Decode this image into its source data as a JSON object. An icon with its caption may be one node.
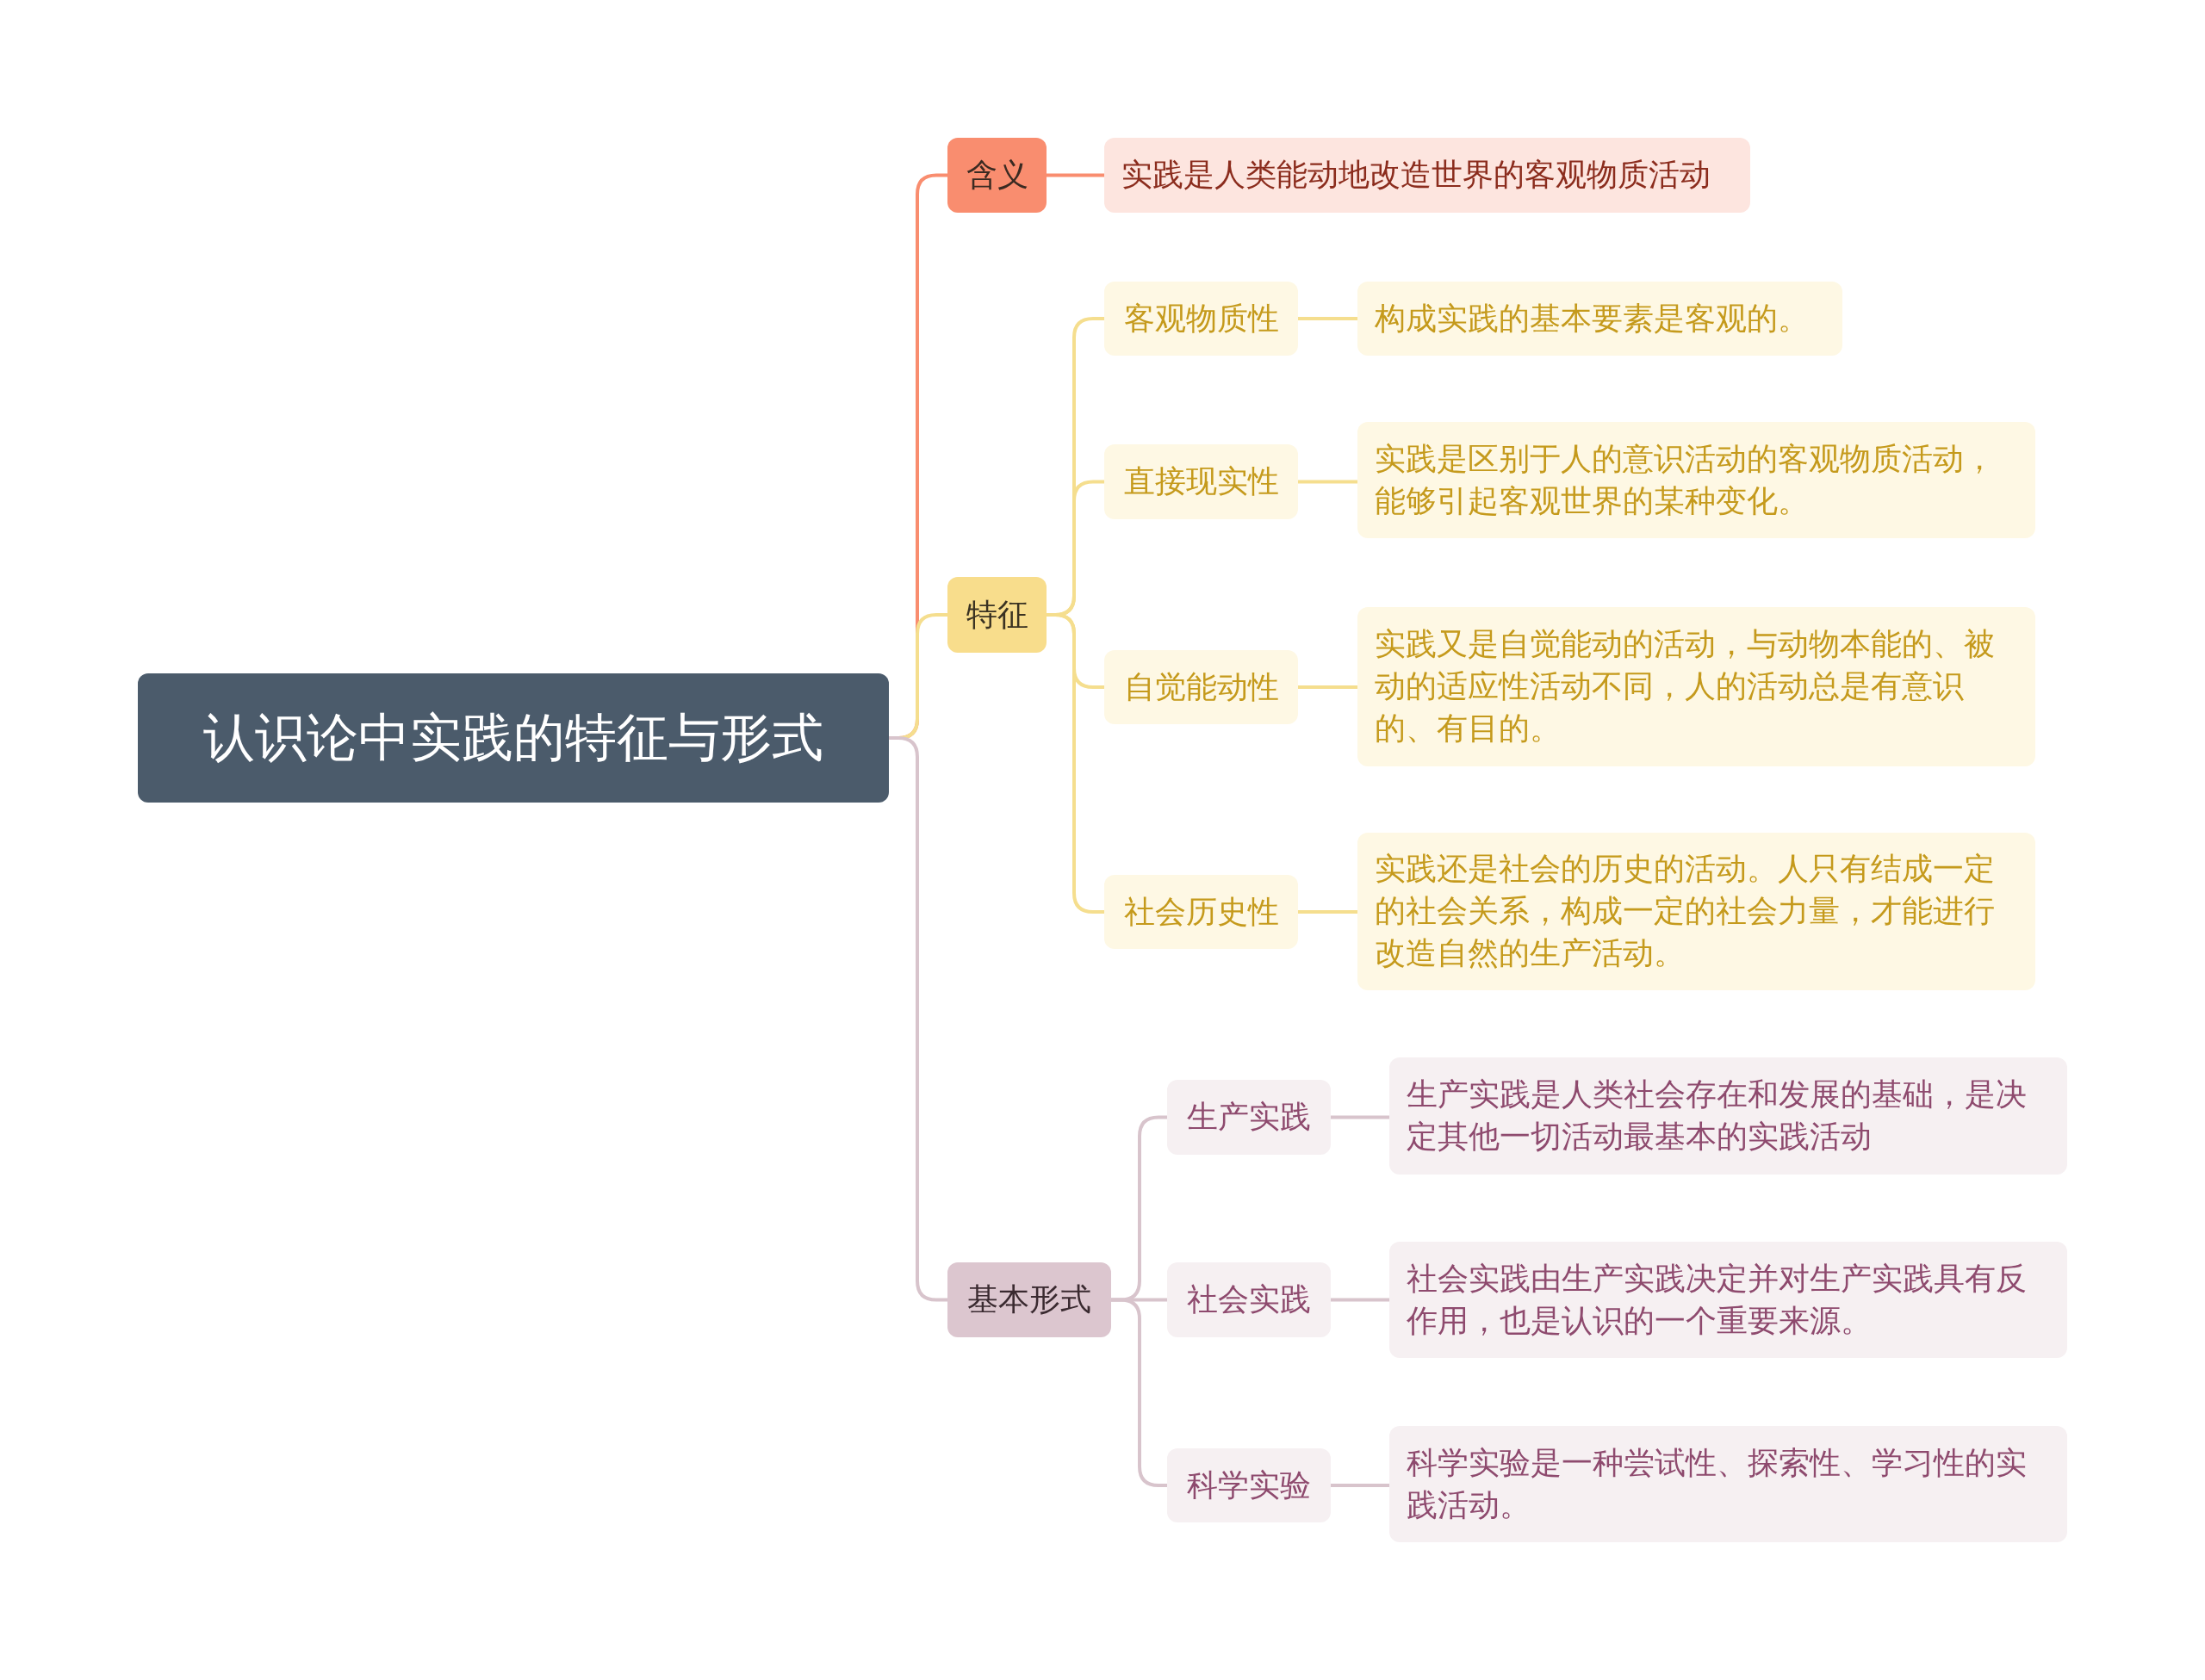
{
  "diagram": {
    "nodes": [
      {
        "text": [
          "认识论中实践的特征与形式"
        ]
      },
      {
        "text": [
          "含义"
        ]
      },
      {
        "text": [
          "实践是人类能动地改造世界的客观物质活动"
        ]
      },
      {
        "text": [
          "特征"
        ]
      },
      {
        "text": [
          "客观物质性"
        ]
      },
      {
        "text": [
          "构成实践的基本要素是客观的。"
        ]
      },
      {
        "text": [
          "直接现实性"
        ]
      },
      {
        "text": [
          "实践是区别于人的意识活动的客观物质活动，能够引起客观世界的某种变化。"
        ]
      },
      {
        "text": [
          "自觉能动性"
        ]
      },
      {
        "text": [
          "实践又是自觉能动的活动，与动物本能的、被动的适应性活动不同，人的活动总是有意识的、有目的。"
        ]
      },
      {
        "text": [
          "社会历史性"
        ]
      },
      {
        "text": [
          "实践还是社会的历史的活动。人只有结成一定的社会关系，构成一定的社会力量，才能进行改造自然的生产活动。"
        ]
      },
      {
        "text": [
          "基本形式"
        ]
      },
      {
        "text": [
          "生产实践"
        ]
      },
      {
        "text": [
          "生产实践是人类社会存在和发展的基础，是决定其他一切活动最基本的实践活动"
        ]
      },
      {
        "text": [
          "社会实践"
        ]
      },
      {
        "text": [
          "社会实践由生产实践决定并对生产实践具有反作用，也是认识的一个重要来源。"
        ]
      },
      {
        "text": [
          "科学实验"
        ]
      },
      {
        "text": [
          "科学实验是一种尝试性、探索性、学习性的实践活动。"
        ]
      }
    ],
    "edges": [
      {
        "from": 0,
        "to": 1,
        "arrow": "none",
        "color": "#f98d6f"
      },
      {
        "from": 1,
        "to": 2,
        "arrow": "none",
        "color": "#f98d6f"
      },
      {
        "from": 0,
        "to": 3,
        "arrow": "none"
      },
      {
        "from": 3,
        "to": 4,
        "arrow": "none"
      },
      {
        "from": 4,
        "to": 5,
        "arrow": "none"
      },
      {
        "from": 3,
        "to": 6,
        "arrow": "none"
      },
      {
        "from": 6,
        "to": 7,
        "arrow": "none"
      },
      {
        "from": 3,
        "to": 8,
        "arrow": "none"
      },
      {
        "from": 8,
        "to": 9,
        "arrow": "none"
      },
      {
        "from": 3,
        "to": 10,
        "arrow": "none"
      },
      {
        "from": 10,
        "to": 11,
        "arrow": "none"
      },
      {
        "from": 0,
        "to": 12,
        "arrow": "none",
        "color": "#d8c4cc"
      },
      {
        "from": 12,
        "to": 13,
        "arrow": "none",
        "color": "#d8c4cc"
      },
      {
        "from": 13,
        "to": 14,
        "arrow": "none",
        "color": "#d8c4cc"
      },
      {
        "from": 12,
        "to": 15,
        "arrow": "none",
        "color": "#d8c4cc"
      },
      {
        "from": 15,
        "to": 16,
        "arrow": "none",
        "color": "#d8c4cc"
      },
      {
        "from": 12,
        "to": 17,
        "arrow": "none",
        "color": "#d8c4cc"
      },
      {
        "from": 17,
        "to": 18,
        "arrow": "none",
        "color": "#d8c4cc"
      }
    ]
  }
}
